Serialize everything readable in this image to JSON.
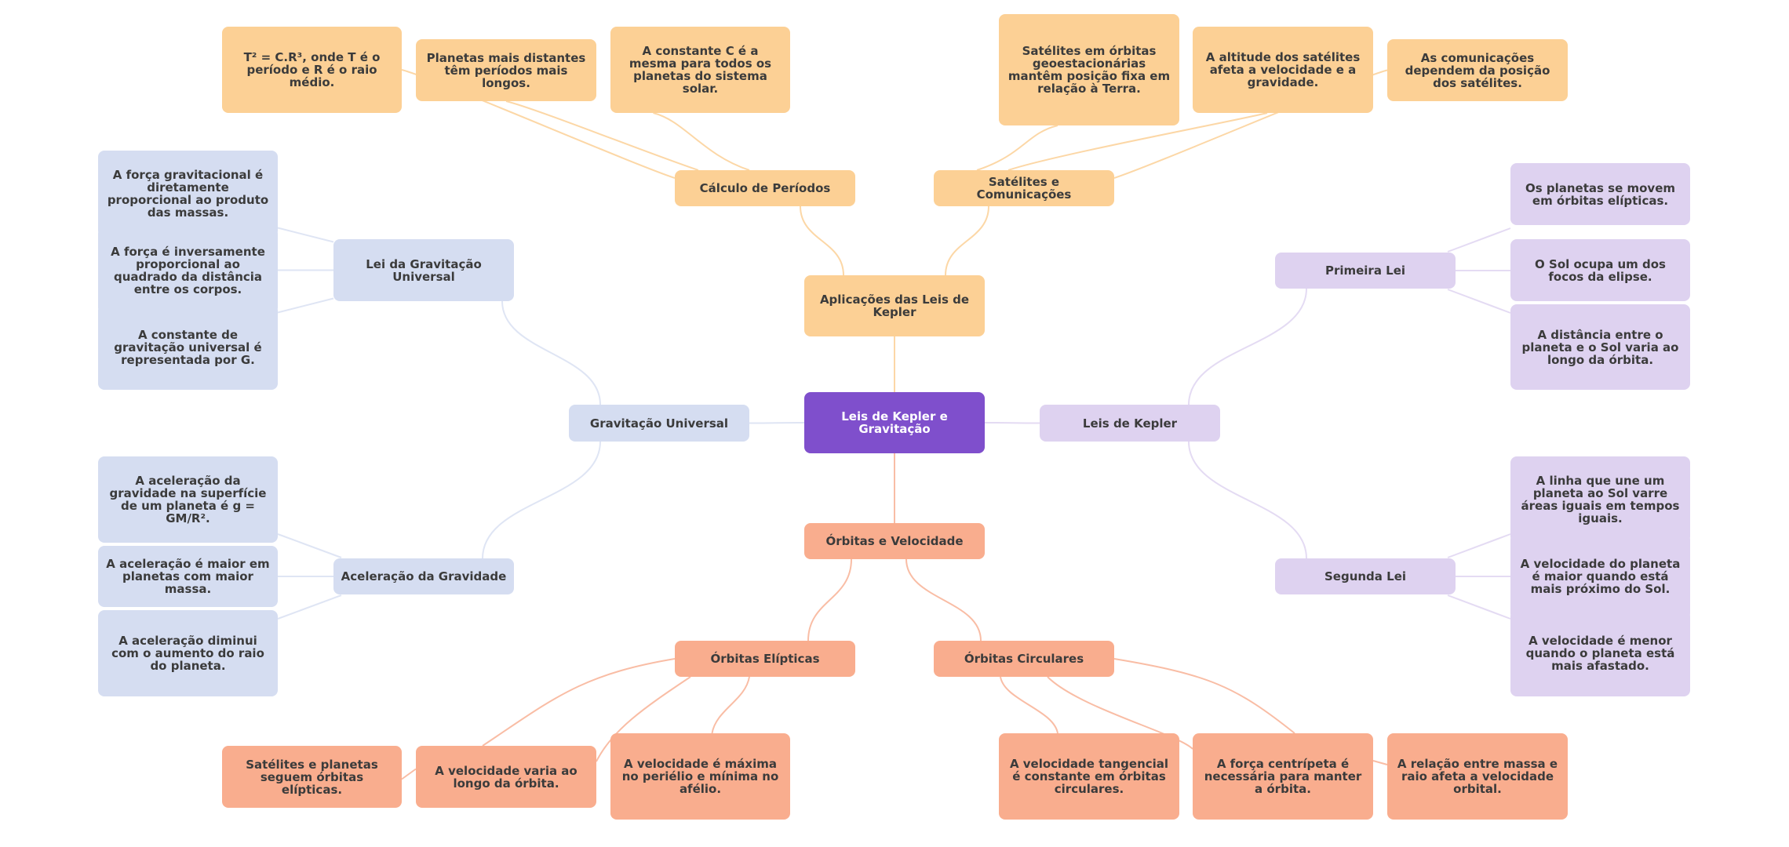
{
  "root": {
    "label": "Leis de Kepler e Gravitação"
  },
  "colors": {
    "root": "#7f4fcc",
    "applications": "#fcd095",
    "orbits": "#f9ad8e",
    "gravitation": "#d5ddf1",
    "kepler_laws": "#ded2f0",
    "text_dark": "#3b3b3b",
    "text_light": "#ffffff"
  },
  "branches": {
    "applications": {
      "label": "Aplicações das Leis de Kepler",
      "children": [
        {
          "label": "Cálculo de Períodos",
          "children": [
            "T² = C.R³, onde T é o período e R é o raio médio.",
            "Planetas mais distantes têm períodos mais longos.",
            "A constante C é a mesma para todos os planetas do sistema solar."
          ]
        },
        {
          "label": "Satélites e Comunicações",
          "children": [
            "Satélites em órbitas geoestacionárias mantêm posição fixa em relação à Terra.",
            "A altitude dos satélites afeta a velocidade e a gravidade.",
            "As comunicações dependem da posição dos satélites."
          ]
        }
      ]
    },
    "gravitation": {
      "label": "Gravitação Universal",
      "children": [
        {
          "label": "Lei da Gravitação Universal",
          "children": [
            "A força gravitacional é diretamente proporcional ao produto das massas.",
            "A força é inversamente proporcional ao quadrado da distância entre os corpos.",
            "A constante de gravitação universal é representada por G."
          ]
        },
        {
          "label": "Aceleração da Gravidade",
          "children": [
            "A aceleração da gravidade na superfície de um planeta é g = GM/R².",
            "A aceleração é maior em planetas com maior massa.",
            "A aceleração diminui com o aumento do raio do planeta."
          ]
        }
      ]
    },
    "kepler_laws": {
      "label": "Leis de Kepler",
      "children": [
        {
          "label": "Primeira Lei",
          "children": [
            "Os planetas se movem em órbitas elípticas.",
            "O Sol ocupa um dos focos da elipse.",
            "A distância entre o planeta e o Sol varia ao longo da órbita."
          ]
        },
        {
          "label": "Segunda Lei",
          "children": [
            "A linha que une um planeta ao Sol varre áreas iguais em tempos iguais.",
            "A velocidade do planeta é maior quando está mais próximo do Sol.",
            "A velocidade é menor quando o planeta está mais afastado."
          ]
        }
      ]
    },
    "orbits": {
      "label": "Órbitas e Velocidade",
      "children": [
        {
          "label": "Órbitas Elípticas",
          "children": [
            "Satélites e planetas seguem órbitas elípticas.",
            "A velocidade varia ao longo da órbita.",
            "A velocidade é máxima no periélio e mínima no afélio."
          ]
        },
        {
          "label": "Órbitas Circulares",
          "children": [
            "A velocidade tangencial é constante em órbitas circulares.",
            "A força centrípeta é necessária para manter a órbita.",
            "A relação entre massa e raio afeta a velocidade orbital."
          ]
        }
      ]
    }
  }
}
